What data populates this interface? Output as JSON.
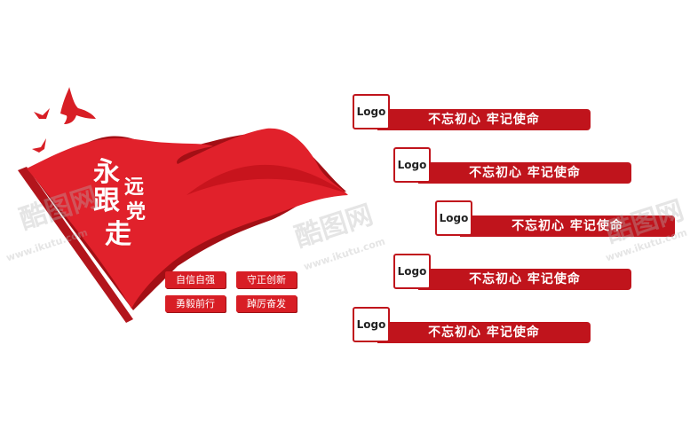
{
  "slogan": {
    "c1": "永",
    "c2": "远",
    "c3": "跟",
    "c4": "党",
    "c5": "走"
  },
  "tags": [
    "自信自强",
    "守正创新",
    "勇毅前行",
    "踔厉奋发"
  ],
  "banners": [
    {
      "logo": "Logo",
      "text": "不忘初心  牢记使命"
    },
    {
      "logo": "Logo",
      "text": "不忘初心  牢记使命"
    },
    {
      "logo": "Logo",
      "text": "不忘初心  牢记使命"
    },
    {
      "logo": "Logo",
      "text": "不忘初心  牢记使命"
    },
    {
      "logo": "Logo",
      "text": "不忘初心  牢记使命"
    }
  ],
  "watermark": {
    "brand": "酷图网",
    "url": "www.ikutu.com"
  },
  "colors": {
    "red": "#d81e25",
    "dark_red": "#c0141c"
  }
}
